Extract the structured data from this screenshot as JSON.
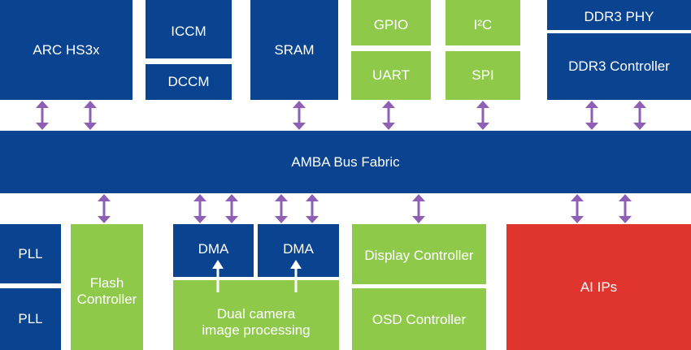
{
  "colors": {
    "blue": "#0a438f",
    "green": "#8fc94a",
    "red": "#e0352e",
    "arrow": "#8e5fb5"
  },
  "blocks": {
    "arc": "ARC HS3x",
    "iccm": "ICCM",
    "dccm": "DCCM",
    "sram": "SRAM",
    "gpio": "GPIO",
    "i2c": "I²C",
    "uart": "UART",
    "spi": "SPI",
    "ddr3_phy": "DDR3 PHY",
    "ddr3_ctrl": "DDR3 Controller",
    "bus": "AMBA Bus Fabric",
    "pll1": "PLL",
    "pll2": "PLL",
    "flash_line1": "Flash",
    "flash_line2": "Controller",
    "dma1": "DMA",
    "dma2": "DMA",
    "camera_line1": "Dual camera",
    "camera_line2": "image processing",
    "display": "Display Controller",
    "osd": "OSD Controller",
    "ai": "AI IPs"
  }
}
